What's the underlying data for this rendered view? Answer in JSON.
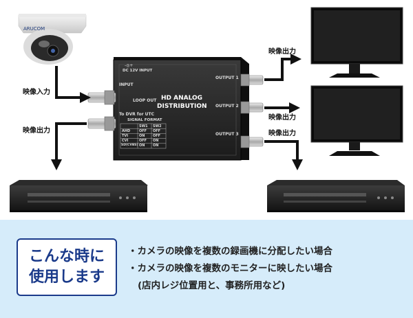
{
  "camera": {
    "brand": "ARUCOM"
  },
  "labels": {
    "video_in": "映像入力",
    "video_out_left": "映像出力",
    "video_out_top": "映像出力",
    "video_out_mid": "映像出力",
    "video_out_right": "映像出力"
  },
  "device": {
    "title_line1": "HD ANALOG",
    "title_line2": "DISTRIBUTION",
    "power": "DC 12V INPUT",
    "power_symbol": "-◎+",
    "input": "INPUT",
    "loop_out": "LOOP OUT",
    "to_dvr": "To DVR for UTC",
    "outputs": [
      "OUTPUT 1",
      "OUTPUT 2",
      "OUTPUT 3"
    ],
    "signal_format": {
      "title": "SIGNAL FORMAT",
      "headers": [
        "",
        "SW1",
        "SW2"
      ],
      "rows": [
        [
          "AHD",
          "OFF",
          "OFF"
        ],
        [
          "TVI",
          "ON",
          "OFF"
        ],
        [
          "CVI",
          "OFF",
          "ON"
        ],
        [
          "SD(CVBS)",
          "ON",
          "ON"
        ]
      ]
    }
  },
  "usage": {
    "heading_line1": "こんな時に",
    "heading_line2": "使用します",
    "items": [
      "・カメラの映像を複数の録画機に分配したい場合",
      "・カメラの映像を複数のモニターに映したい場合",
      "(店内レジ位置用と、事務所用など)"
    ]
  },
  "colors": {
    "accent": "#1a3a8a",
    "panel": "#d6ecfa"
  }
}
